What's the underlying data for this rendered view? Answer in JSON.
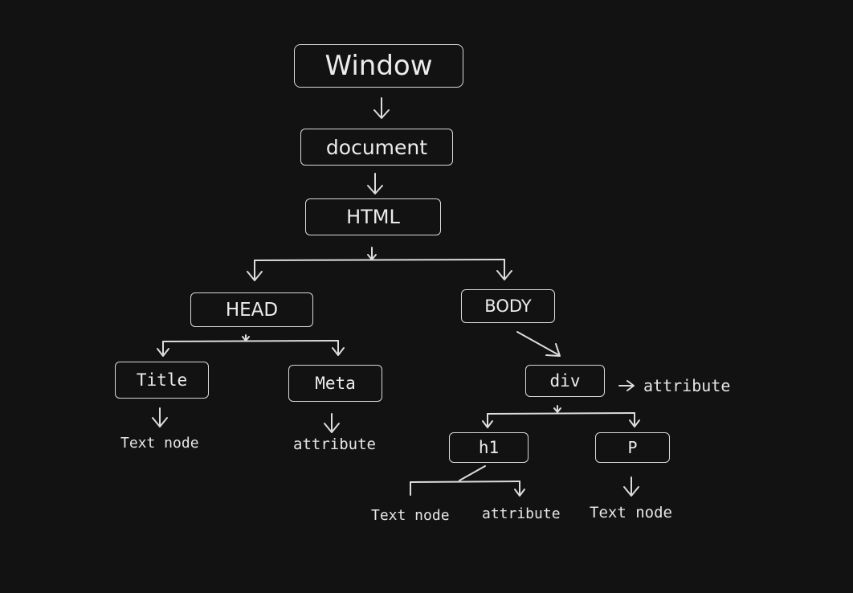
{
  "nodes": {
    "window": "Window",
    "document": "document",
    "html": "HTML",
    "head": "HEAD",
    "body": "BODY",
    "title": "Title",
    "meta": "Meta",
    "div": "div",
    "h1": "h1",
    "p": "P"
  },
  "labels": {
    "title_text_node": "Text node",
    "meta_attribute": "attribute",
    "div_attribute": "attribute",
    "h1_text_node": "Text node",
    "h1_attribute": "attribute",
    "p_text_node": "Text node"
  }
}
